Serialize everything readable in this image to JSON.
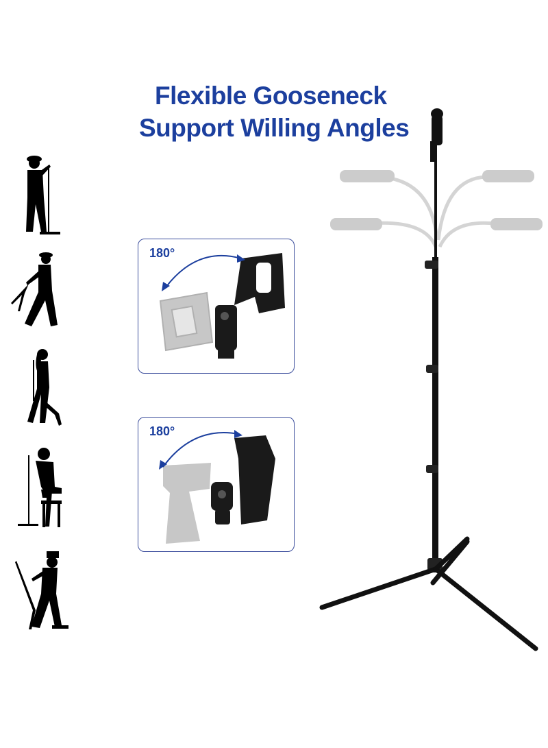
{
  "headline": {
    "line1": "Flexible Gooseneck",
    "line2": "Support Willing Angles"
  },
  "rotation_panels": [
    {
      "angle_label": "180°"
    },
    {
      "angle_label": "180°"
    }
  ],
  "colors": {
    "headline": "#1c3f9e",
    "panel_border": "#3b4d9c",
    "product": "#111111",
    "ghost": "#bdbdbd"
  },
  "icons": [
    "singer-silhouette",
    "mic-clip",
    "mic-stand",
    "rotation-arrow"
  ]
}
